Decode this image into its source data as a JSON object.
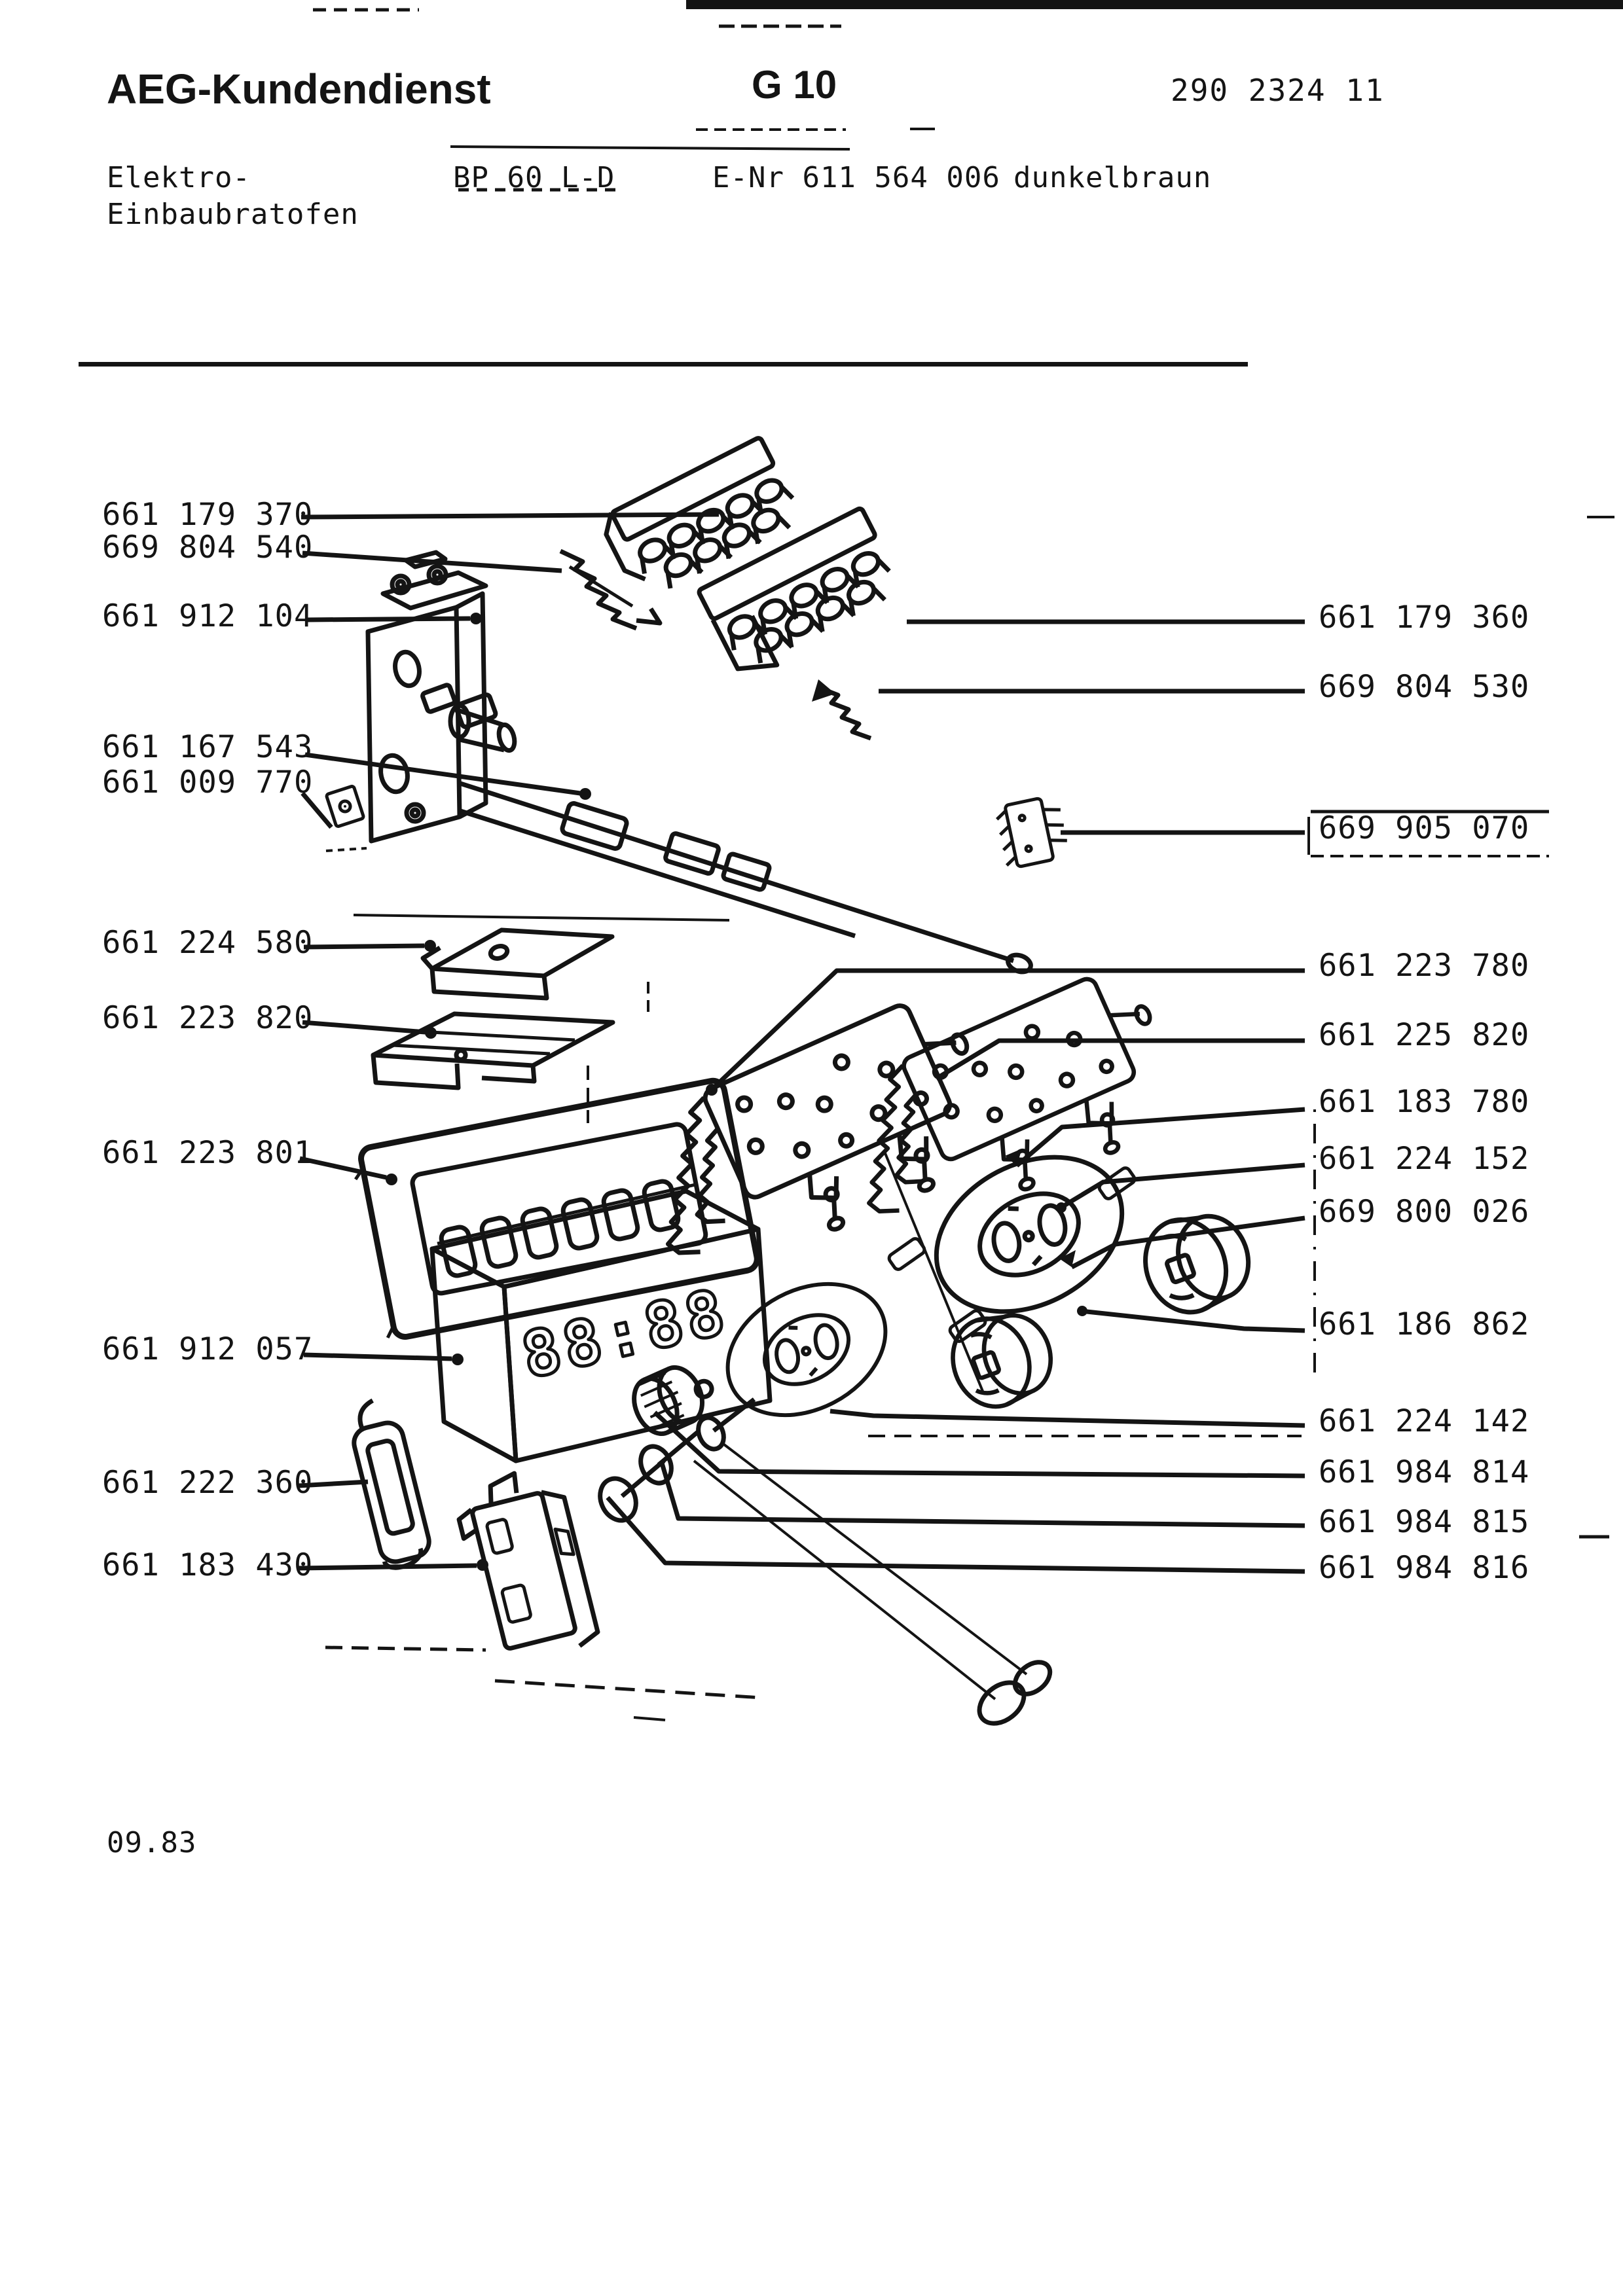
{
  "header": {
    "brand": "AEG-Kundendienst",
    "page_code": "G 10",
    "document_number": "290 2324 11",
    "product_type_line1": "Elektro-",
    "product_type_line2": "Einbaubratofen",
    "model": "BP 60 L-D",
    "e_number": "E-Nr 611 564 006",
    "color_variant": "dunkelbraun"
  },
  "footer": {
    "date_code": "09.83"
  },
  "diagram": {
    "timer_display_value": "88:88",
    "parts_left": [
      "661 179 370",
      "669 804 540",
      "661 912 104",
      "661 167 543",
      "661 009 770",
      "661 224 580",
      "661 223 820",
      "661 223 801",
      "661 912 057",
      "661 222 360",
      "661 183 430"
    ],
    "parts_right": [
      "661 179 360",
      "669 804 530",
      "669 905 070",
      "661 223 780",
      "661 225 820",
      "661 183 780",
      "661 224 152",
      "669 800 026",
      "661 186 862",
      "661 224 142",
      "661 984 814",
      "661 984 815",
      "661 984 816"
    ]
  },
  "colors": {
    "ink": "#141414",
    "paper": "#ffffff"
  }
}
